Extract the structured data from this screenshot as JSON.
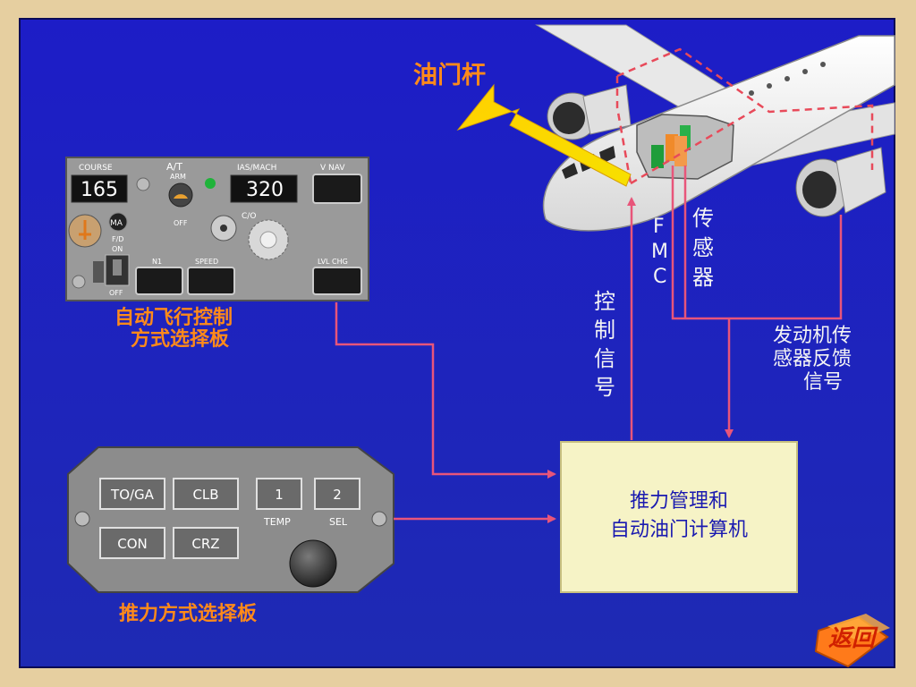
{
  "labels": {
    "throttle": "油门杆",
    "mcp_panel": [
      "自动飞行控制",
      "方式选择板"
    ],
    "thrust_panel": "推力方式选择板",
    "fmc": [
      "F",
      "M",
      "C"
    ],
    "sensor": [
      "传",
      "感",
      "器"
    ],
    "control_signal": [
      "控",
      "制",
      "信",
      "号"
    ],
    "engine_feedback": [
      "发动机传",
      "感器反馈",
      "信号"
    ],
    "computer": [
      "推力管理和",
      "自动油门计算机"
    ],
    "return_button": "返回"
  },
  "mcp": {
    "course_label": "COURSE",
    "course_value": "165",
    "at_label": "A/T",
    "arm_label": "ARM",
    "off_label": "OFF",
    "ias_label": "IAS/MACH",
    "ias_value": "320",
    "vnav_label": "V NAV",
    "ma_label": "MA",
    "fd_label": "F/D",
    "on_label": "ON",
    "fd_off_label": "OFF",
    "n1_label": "N1",
    "speed_label": "SPEED",
    "lvlchg_label": "LVL CHG",
    "co_label": "C/O"
  },
  "thrust": {
    "toga": "TO/GA",
    "clb": "CLB",
    "btn1": "1",
    "btn2": "2",
    "con": "CON",
    "crz": "CRZ",
    "temp": "TEMP",
    "sel": "SEL"
  },
  "colors": {
    "background": "#1a1fb8",
    "label_orange": "#ff8a1a",
    "label_white": "#f4f4f4",
    "signal_line": "#e8557a",
    "computer_box": "#f6f3c6",
    "throttle_arrow": "#ffe51a"
  }
}
